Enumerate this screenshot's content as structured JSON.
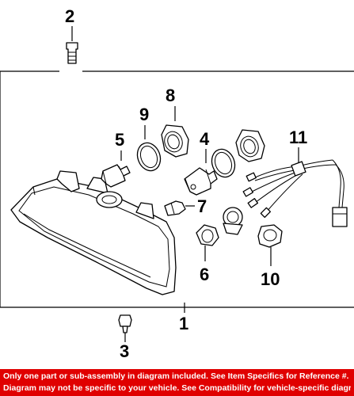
{
  "diagram": {
    "callouts": {
      "c1": "1",
      "c2": "2",
      "c3": "3",
      "c4": "4",
      "c5": "5",
      "c6": "6",
      "c7": "7",
      "c8": "8",
      "c9": "9",
      "c10": "10",
      "c11": "11"
    }
  },
  "footer": {
    "line1": "Only one part or sub-assembly in diagram included. See Item Specifics for Reference #.",
    "line2": "Diagram may not be specific to your vehicle. See Compatibility for vehicle-specific diagrams."
  },
  "colors": {
    "footer_bg": "#e00000",
    "footer_text": "#ffffff",
    "line_art": "#000000"
  }
}
